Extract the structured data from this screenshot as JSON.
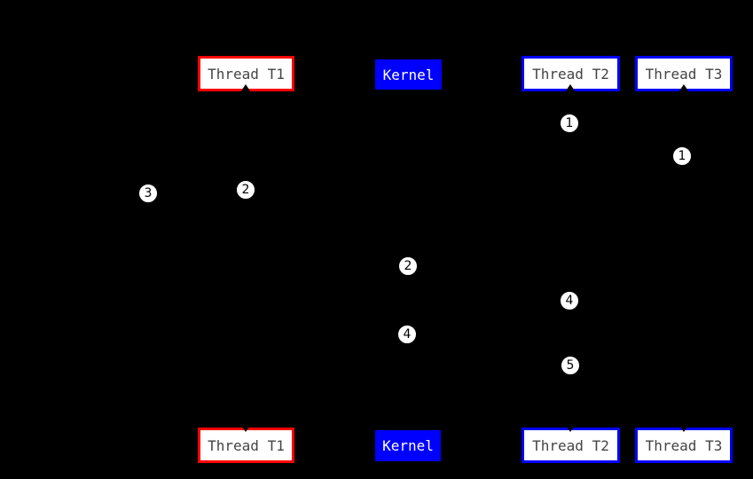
{
  "diagram": {
    "rows": {
      "top": [
        {
          "label": "Thread T1",
          "style": "red-outline"
        },
        {
          "label": "Kernel",
          "style": "blue-fill"
        },
        {
          "label": "Thread T2",
          "style": "blue-outline"
        },
        {
          "label": "Thread T3",
          "style": "blue-outline"
        }
      ],
      "bottom": [
        {
          "label": "Thread T1",
          "style": "red-outline"
        },
        {
          "label": "Kernel",
          "style": "blue-fill"
        },
        {
          "label": "Thread T2",
          "style": "blue-outline"
        },
        {
          "label": "Thread T3",
          "style": "blue-outline"
        }
      ]
    },
    "markers": [
      {
        "value": "1"
      },
      {
        "value": "1"
      },
      {
        "value": "2"
      },
      {
        "value": "3"
      },
      {
        "value": "2"
      },
      {
        "value": "4"
      },
      {
        "value": "4"
      },
      {
        "value": "5"
      }
    ],
    "colors": {
      "background": "#000000",
      "red_accent": "#ff0000",
      "blue_accent": "#0000ff",
      "node_fill": "#ffffff",
      "node_text": "#444444",
      "kernel_text": "#ffffff",
      "marker_text": "#000000"
    }
  }
}
